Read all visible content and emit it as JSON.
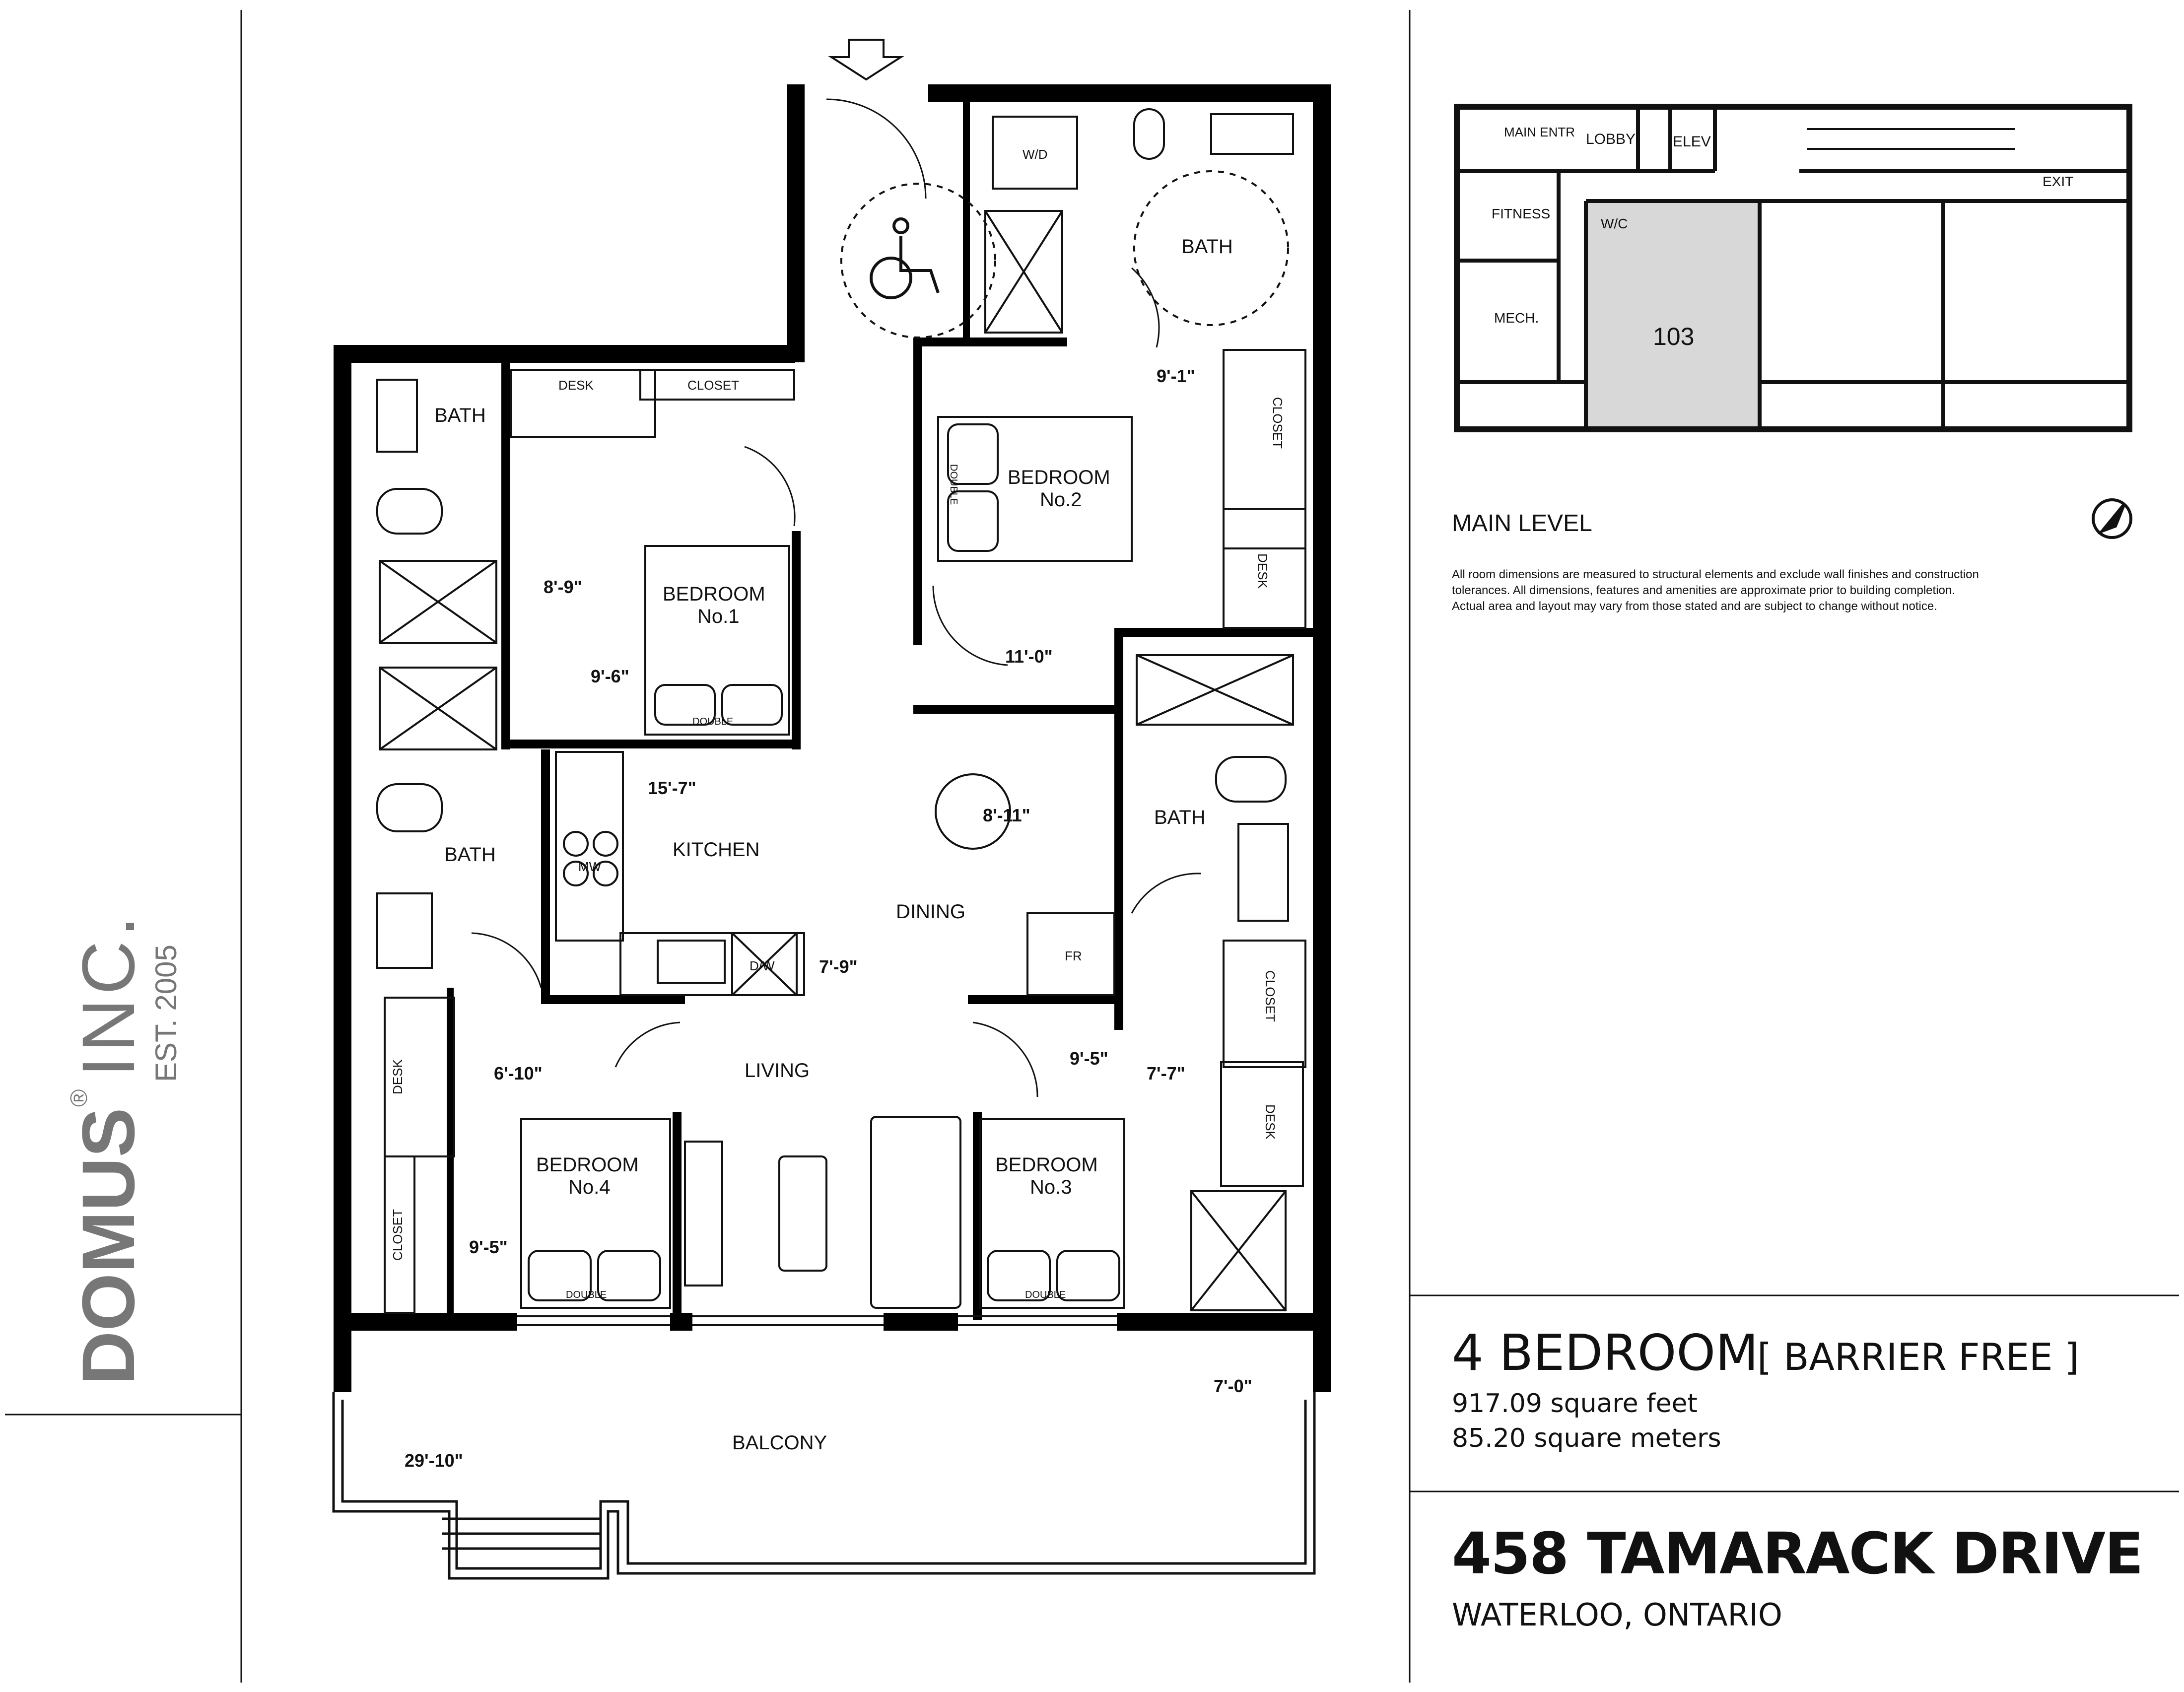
{
  "brand": {
    "name": "DOMUS",
    "mark": "®",
    "suffix": "INC.",
    "established": "EST. 2005"
  },
  "rooms": {
    "bath_top": "BATH",
    "bath_nw": "BATH",
    "bath_w": "BATH",
    "bath_e": "BATH",
    "bedroom1": {
      "name": "BEDROOM",
      "no": "No.1"
    },
    "bedroom2": {
      "name": "BEDROOM",
      "no": "No.2"
    },
    "bedroom3": {
      "name": "BEDROOM",
      "no": "No.3"
    },
    "bedroom4": {
      "name": "BEDROOM",
      "no": "No.4"
    },
    "kitchen": "KITCHEN",
    "dining": "DINING",
    "living": "LIVING",
    "balcony": "BALCONY"
  },
  "fixtures": {
    "wd": "W/D",
    "desk": "DESK",
    "closet": "CLOSET",
    "double": "DOUBLE",
    "mw": "MW",
    "dw": "D/W",
    "fr": "FR"
  },
  "dimensions": {
    "bed2_width": "9'-1\"",
    "bath_nw_depth": "8'-9\"",
    "bed1_width": "9'-6\"",
    "bed2_depth": "11'-0\"",
    "kitchen_width": "15'-7\"",
    "dining_table": "8'-11\"",
    "living_depth": "7'-9\"",
    "bed3_width": "9'-5\"",
    "closet_e": "7'-7\"",
    "bed4_depth": "6'-10\"",
    "bed4_width": "9'-5\"",
    "balcony_depth": "7'-0\"",
    "balcony_width": "29'-10\""
  },
  "key_plan": {
    "labels": {
      "main_entr": "MAIN ENTR",
      "lobby": "LOBBY",
      "elev": "ELEV",
      "exit": "EXIT",
      "fitness": "FITNESS",
      "wc": "W/C",
      "mech": "MECH.",
      "unit": "103"
    },
    "level": "MAIN LEVEL",
    "disclaimer": [
      "All room dimensions are measured to structural elements and exclude wall finishes and construction",
      "tolerances. All dimensions, features and amenities are approximate prior to building completion.",
      "Actual area and layout may vary from those stated and are subject to change without notice."
    ]
  },
  "unit": {
    "title": "4 BEDROOM",
    "subtitle": "[ BARRIER FREE ]",
    "area_sqft": "917.09 square feet",
    "area_sqm": "85.20 square meters"
  },
  "address": {
    "street": "458 TAMARACK DRIVE",
    "city": "WATERLOO, ONTARIO"
  },
  "colors": {
    "wall": "#000000",
    "highlight": "#d8d8d8",
    "brand": "#777777"
  }
}
